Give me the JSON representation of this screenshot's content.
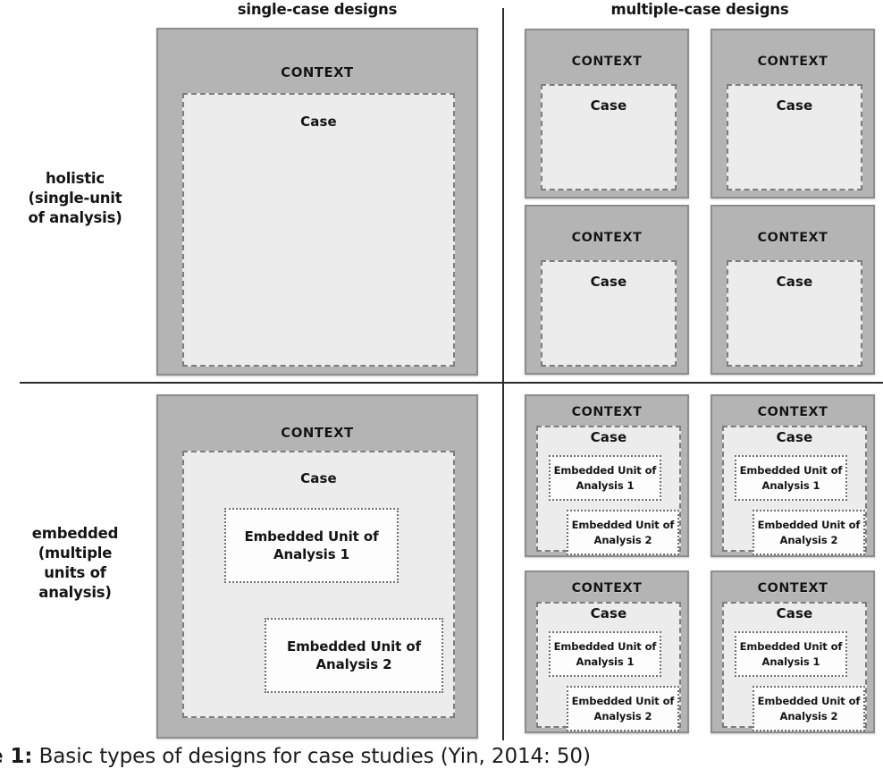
{
  "figure": {
    "caption_number": "e 1:",
    "caption_text": " Basic types of designs for case studies (Yin, 2014: 50)"
  },
  "colors": {
    "context_fill": "#b4b4b4",
    "context_border": "#8d8d8d",
    "case_fill": "#ececec",
    "case_border": "#7d7d7d",
    "unit_fill": "#fdfdfd",
    "unit_border": "#6f6f6f",
    "divider": "#2a2a2a",
    "text": "#141414"
  },
  "headers": {
    "columns": [
      {
        "key": "single",
        "label": "single-case designs"
      },
      {
        "key": "multiple",
        "label": "multiple-case designs"
      }
    ],
    "rows": [
      {
        "key": "holistic",
        "label": "holistic\n(single-unit\nof analysis)",
        "line1": "holistic",
        "line2": "(single-unit",
        "line3": "of analysis)"
      },
      {
        "key": "embedded",
        "label": "embedded\n(multiple\nunits of\nanalysis)",
        "line1": "embedded",
        "line2": "(multiple",
        "line3": "units of",
        "line4": "analysis)"
      }
    ]
  },
  "labels": {
    "context": "CONTEXT",
    "case": "Case",
    "unit_1_line1": "Embedded Unit of",
    "unit_1_line2": "Analysis 1",
    "unit_2_line1": "Embedded Unit of",
    "unit_2_line2": "Analysis 2"
  },
  "quadrants": {
    "q1": {
      "name": "single-case-holistic",
      "context": "CONTEXT",
      "case": "Case",
      "case_count": 1,
      "embedded_units": 0
    },
    "q2": {
      "name": "multiple-case-holistic",
      "case_count": 4,
      "embedded_units": 0,
      "cells": [
        {
          "context": "CONTEXT",
          "case": "Case"
        },
        {
          "context": "CONTEXT",
          "case": "Case"
        },
        {
          "context": "CONTEXT",
          "case": "Case"
        },
        {
          "context": "CONTEXT",
          "case": "Case"
        }
      ]
    },
    "q3": {
      "name": "single-case-embedded",
      "context": "CONTEXT",
      "case": "Case",
      "case_count": 1,
      "embedded_units": 2,
      "units": [
        {
          "line1": "Embedded Unit of",
          "line2": "Analysis 1"
        },
        {
          "line1": "Embedded Unit of",
          "line2": "Analysis 2"
        }
      ]
    },
    "q4": {
      "name": "multiple-case-embedded",
      "case_count": 4,
      "embedded_units": 2,
      "cells": [
        {
          "context": "CONTEXT",
          "case": "Case",
          "unit1_line1": "Embedded Unit of",
          "unit1_line2": "Analysis 1",
          "unit2_line1": "Embedded Unit of",
          "unit2_line2": "Analysis 2"
        },
        {
          "context": "CONTEXT",
          "case": "Case",
          "unit1_line1": "Embedded Unit of",
          "unit1_line2": "Analysis 1",
          "unit2_line1": "Embedded Unit of",
          "unit2_line2": "Analysis 2"
        },
        {
          "context": "CONTEXT",
          "case": "Case",
          "unit1_line1": "Embedded Unit of",
          "unit1_line2": "Analysis 1",
          "unit2_line1": "Embedded Unit of",
          "unit2_line2": "Analysis 2"
        },
        {
          "context": "CONTEXT",
          "case": "Case",
          "unit1_line1": "Embedded Unit of",
          "unit1_line2": "Analysis 1",
          "unit2_line1": "Embedded Unit of",
          "unit2_line2": "Analysis 2"
        }
      ]
    }
  }
}
